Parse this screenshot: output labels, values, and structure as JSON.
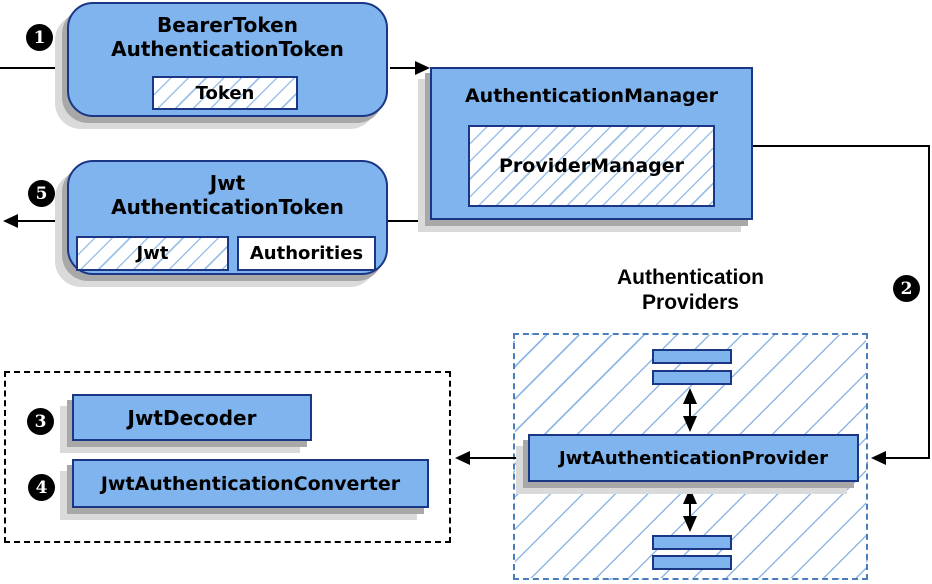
{
  "nodes": {
    "bearer_token": {
      "line1": "BearerToken",
      "line2": "AuthenticationToken",
      "field": "Token"
    },
    "authentication_manager": {
      "title": "AuthenticationManager",
      "impl": "ProviderManager"
    },
    "jwt_authentication_token": {
      "line1": "Jwt",
      "line2": "AuthenticationToken",
      "field_jwt": "Jwt",
      "field_authorities": "Authorities"
    },
    "authentication_providers": {
      "label_line1": "Authentication",
      "label_line2": "Providers"
    },
    "jwt_authentication_provider": {
      "label": "JwtAuthenticationProvider"
    },
    "jwt_decoder": {
      "label": "JwtDecoder"
    },
    "jwt_authentication_converter": {
      "label": "JwtAuthenticationConverter"
    }
  },
  "badges": {
    "step1": "1",
    "step2": "2",
    "step3": "3",
    "step4": "4",
    "step5": "5"
  },
  "colors": {
    "node_fill": "#80b4ee",
    "node_border": "#1b3685",
    "hatch_line": "#9cc2ea",
    "dashed_blue": "#4a7dbd",
    "dashed_black": "#000000",
    "shadow_dark": "#a8a8a8",
    "shadow_light": "#dadada",
    "arrow": "#000000"
  }
}
